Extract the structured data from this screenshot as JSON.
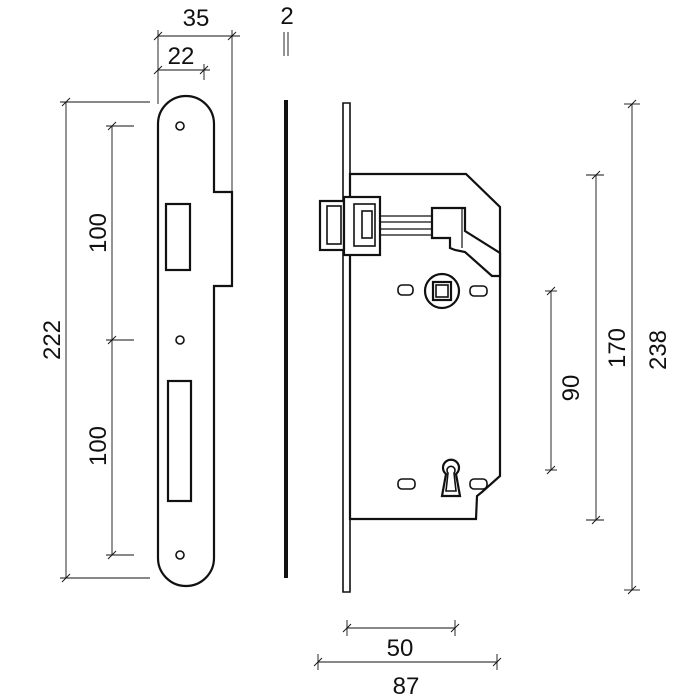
{
  "dimensions": {
    "faceplate_width": "35",
    "faceplate_inner_width": "22",
    "plate_thickness": "2",
    "upper_spacing": "100",
    "lower_spacing": "100",
    "faceplate_length": "222",
    "hole_spacing": "90",
    "case_height": "170",
    "plate_length": "238",
    "backset": "50",
    "case_depth": "87"
  },
  "colors": {
    "line": "#111111",
    "background": "#ffffff"
  }
}
